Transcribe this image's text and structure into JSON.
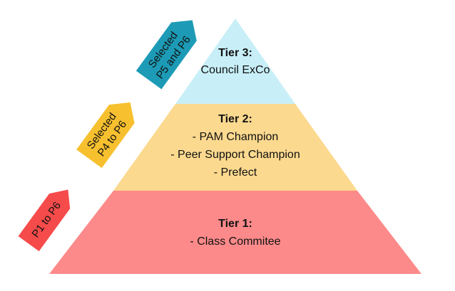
{
  "colors": {
    "tier1_fill": "#fc8a8a",
    "tier2_fill": "#fbd98f",
    "tier3_fill": "#c8eff8",
    "arrow1_fill": "#f64b4b",
    "arrow2_fill": "#f7c02f",
    "arrow3_fill": "#1d9bb6"
  },
  "tiers": [
    {
      "title": "Tier 1:",
      "lines": [
        "- Class Commitee"
      ]
    },
    {
      "title": "Tier 2:",
      "lines": [
        "- PAM Champion",
        "- Peer Support Champion",
        "- Prefect"
      ]
    },
    {
      "title": "Tier 3:",
      "lines": [
        "Council ExCo"
      ]
    }
  ],
  "arrows": [
    {
      "lines": [
        "P1 to P6"
      ]
    },
    {
      "lines": [
        "Selected",
        "P4 to P6"
      ]
    },
    {
      "lines": [
        "Selected",
        "P5 and P6"
      ]
    }
  ]
}
